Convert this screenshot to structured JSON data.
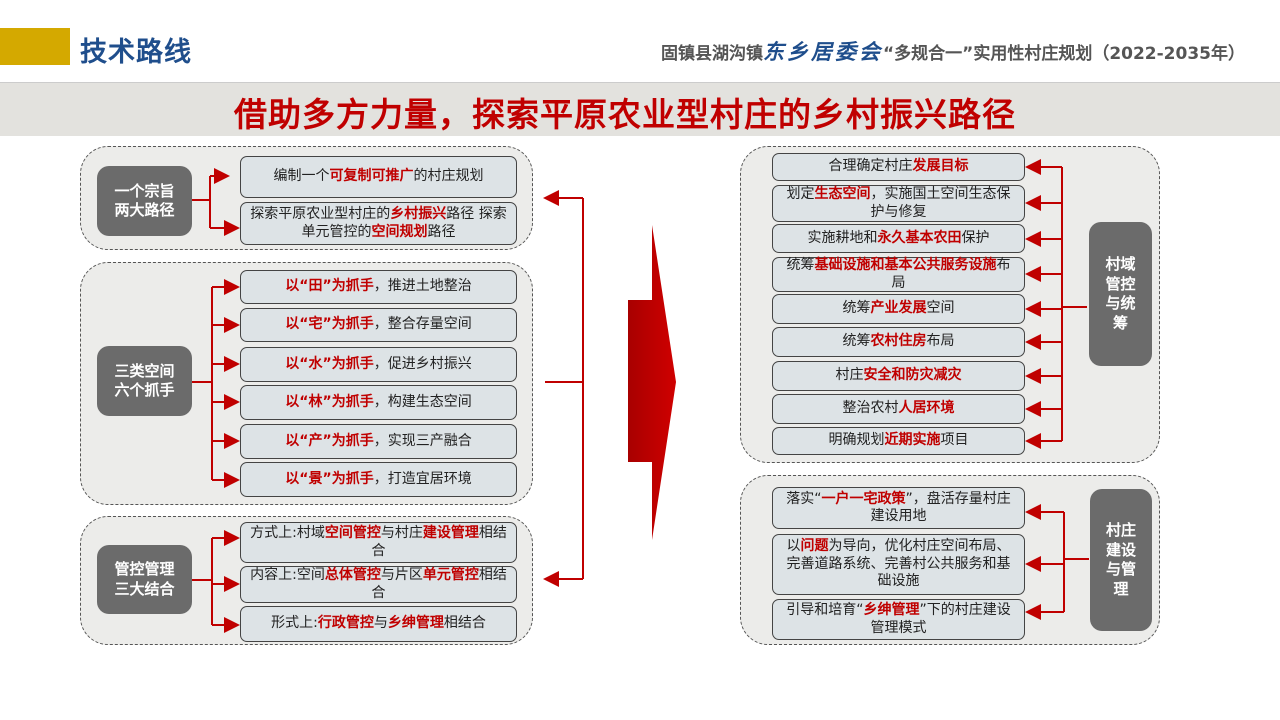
{
  "header": {
    "section_title": "技术路线",
    "subtitle_prefix": "固镇县湖沟镇",
    "subtitle_brand": "东乡居委会",
    "subtitle_suffix": "“多规合一”实用性村庄规划（2022-2035年）"
  },
  "banner": {
    "title": "借助多方力量，探索平原农业型村庄的乡村振兴路径"
  },
  "colors": {
    "accent_red": "#c00000",
    "title_blue": "#1f4e8c",
    "gold": "#d4a900",
    "label_grey": "#6b6b6b"
  },
  "left_groups": [
    {
      "label": "一个宗旨\n两大路径",
      "items": [
        [
          {
            "t": "编制一个"
          },
          {
            "t": "可复制可推广",
            "hl": true
          },
          {
            "t": "的村庄规划"
          }
        ],
        [
          {
            "t": "探索平原农业型村庄的"
          },
          {
            "t": "乡村振兴",
            "hl": true
          },
          {
            "t": "路径 探索单元管控的"
          },
          {
            "t": "空间规划",
            "hl": true
          },
          {
            "t": "路径"
          }
        ]
      ]
    },
    {
      "label": "三类空间\n六个抓手",
      "items": [
        [
          {
            "t": "以“田”为抓手",
            "hl": true
          },
          {
            "t": "，推进土地整治"
          }
        ],
        [
          {
            "t": "以“宅”为抓手",
            "hl": true
          },
          {
            "t": "，整合存量空间"
          }
        ],
        [
          {
            "t": "以“水”为抓手",
            "hl": true
          },
          {
            "t": "，促进乡村振兴"
          }
        ],
        [
          {
            "t": "以“林”为抓手",
            "hl": true
          },
          {
            "t": "，构建生态空间"
          }
        ],
        [
          {
            "t": "以“产”为抓手",
            "hl": true
          },
          {
            "t": "，实现三产融合"
          }
        ],
        [
          {
            "t": "以“景”为抓手",
            "hl": true
          },
          {
            "t": "，打造宜居环境"
          }
        ]
      ]
    },
    {
      "label": "管控管理\n三大结合",
      "items": [
        [
          {
            "t": "方式上:村域"
          },
          {
            "t": "空间管控",
            "hl": true
          },
          {
            "t": "与村庄"
          },
          {
            "t": "建设管理",
            "hl": true
          },
          {
            "t": "相结合"
          }
        ],
        [
          {
            "t": "内容上:空间"
          },
          {
            "t": "总体管控",
            "hl": true
          },
          {
            "t": "与片区"
          },
          {
            "t": "单元管控",
            "hl": true
          },
          {
            "t": "相结合"
          }
        ],
        [
          {
            "t": "形式上:"
          },
          {
            "t": "行政管控",
            "hl": true
          },
          {
            "t": "与"
          },
          {
            "t": "乡绅管理",
            "hl": true
          },
          {
            "t": "相结合"
          }
        ]
      ]
    }
  ],
  "right_groups": [
    {
      "label": "村域\n管控\n与统\n筹",
      "items": [
        [
          {
            "t": "合理确定村庄"
          },
          {
            "t": "发展目标",
            "hl": true
          }
        ],
        [
          {
            "t": "划定"
          },
          {
            "t": "生态空间",
            "hl": true
          },
          {
            "t": "，实施国土空间生态保护与修复"
          }
        ],
        [
          {
            "t": "实施耕地和"
          },
          {
            "t": "永久基本农田",
            "hl": true
          },
          {
            "t": "保护"
          }
        ],
        [
          {
            "t": "统筹"
          },
          {
            "t": "基础设施和基本公共服务设施",
            "hl": true
          },
          {
            "t": "布局"
          }
        ],
        [
          {
            "t": "统筹"
          },
          {
            "t": "产业发展",
            "hl": true
          },
          {
            "t": "空间"
          }
        ],
        [
          {
            "t": "统筹"
          },
          {
            "t": "农村住房",
            "hl": true
          },
          {
            "t": "布局"
          }
        ],
        [
          {
            "t": "村庄"
          },
          {
            "t": "安全和防灾减灾",
            "hl": true
          }
        ],
        [
          {
            "t": "整治农村"
          },
          {
            "t": "人居环境",
            "hl": true
          }
        ],
        [
          {
            "t": "明确规划"
          },
          {
            "t": "近期实施",
            "hl": true
          },
          {
            "t": "项目"
          }
        ]
      ]
    },
    {
      "label": "村庄\n建设\n与管\n理",
      "items": [
        [
          {
            "t": "落实“"
          },
          {
            "t": "一户一宅政策",
            "hl": true
          },
          {
            "t": "”，盘活存量村庄建设用地"
          }
        ],
        [
          {
            "t": "以"
          },
          {
            "t": "问题",
            "hl": true
          },
          {
            "t": "为导向，优化村庄空间布局、完善道路系统、完善村公共服务和基础设施"
          }
        ],
        [
          {
            "t": "引导和培育“"
          },
          {
            "t": "乡绅管理",
            "hl": true
          },
          {
            "t": "”下的村庄建设管理模式"
          }
        ]
      ]
    }
  ]
}
